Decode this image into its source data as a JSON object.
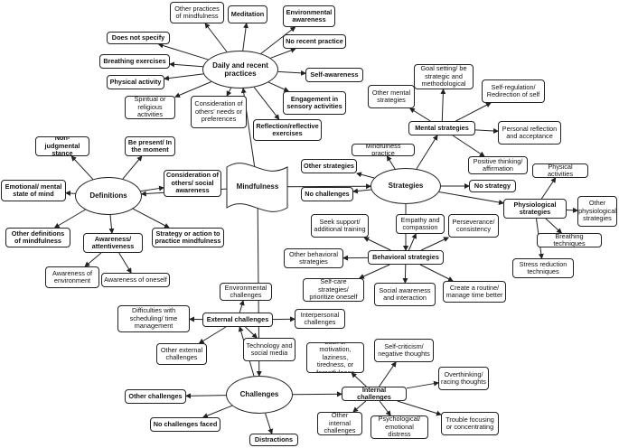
{
  "nodes": [
    {
      "id": "center",
      "text": "Mindfulness"
    },
    {
      "id": "daily",
      "text": "Daily and recent practices"
    },
    {
      "id": "other_practices",
      "text": "Other practices of mindfulness"
    },
    {
      "id": "meditation",
      "text": "Meditation"
    },
    {
      "id": "env_awareness",
      "text": "Environmental awareness"
    },
    {
      "id": "not_specify",
      "text": "Does not specify"
    },
    {
      "id": "no_recent",
      "text": "No recent practice"
    },
    {
      "id": "breathing_ex",
      "text": "Breathing exercises"
    },
    {
      "id": "self_aware",
      "text": "Self-awareness"
    },
    {
      "id": "phys_activity",
      "text": "Physical activity"
    },
    {
      "id": "sensory",
      "text": "Engagement in sensory activities"
    },
    {
      "id": "spiritual",
      "text": "Spiritual or religious activities"
    },
    {
      "id": "consider_needs",
      "text": "Consideration of others' needs or preferences"
    },
    {
      "id": "reflection",
      "text": "Reflection/reflective exercises"
    },
    {
      "id": "definitions",
      "text": "Definitions"
    },
    {
      "id": "non_judg",
      "text": "Non-judgmental stance"
    },
    {
      "id": "present",
      "text": "Be present/ In the moment"
    },
    {
      "id": "emotional",
      "text": "Emotional/ mental state of mind"
    },
    {
      "id": "consider_social",
      "text": "Consideration of others/ social awareness"
    },
    {
      "id": "other_defs",
      "text": "Other definitions of mindfulness"
    },
    {
      "id": "awareness",
      "text": "Awareness/ attentiveness"
    },
    {
      "id": "strategy_action",
      "text": "Strategy or action to practice mindfulness"
    },
    {
      "id": "aware_env",
      "text": "Awareness of environment"
    },
    {
      "id": "aware_self",
      "text": "Awareness of oneself"
    },
    {
      "id": "strategies",
      "text": "Strategies"
    },
    {
      "id": "goal",
      "text": "Goal setting/ be strategic and methodological"
    },
    {
      "id": "other_mental",
      "text": "Other mental strategies"
    },
    {
      "id": "self_reg",
      "text": "Self-regulation/ Redirection of self"
    },
    {
      "id": "mental",
      "text": "Mental strategies"
    },
    {
      "id": "personal_refl",
      "text": "Personal reflection and acceptance"
    },
    {
      "id": "mind_practice",
      "text": "Mindfulness practice"
    },
    {
      "id": "positive",
      "text": "Positive thinking/ affirmation"
    },
    {
      "id": "other_strat",
      "text": "Other strategies"
    },
    {
      "id": "no_challenges",
      "text": "No challenges"
    },
    {
      "id": "no_strategy",
      "text": "No strategy"
    },
    {
      "id": "phys_activities",
      "text": "Physical activities"
    },
    {
      "id": "physiological",
      "text": "Physiological strategies"
    },
    {
      "id": "other_physio",
      "text": "Other physiological strategies"
    },
    {
      "id": "breathing_tech",
      "text": "Breathing techniques"
    },
    {
      "id": "stress_red",
      "text": "Stress reduction techniques"
    },
    {
      "id": "seek_support",
      "text": "Seek support/ additional training"
    },
    {
      "id": "empathy",
      "text": "Empathy and compassion"
    },
    {
      "id": "perseverance",
      "text": "Perseverance/ consistency"
    },
    {
      "id": "other_behav",
      "text": "Other behavioral strategies"
    },
    {
      "id": "behavioral",
      "text": "Behavioral strategies"
    },
    {
      "id": "self_care",
      "text": "Self-care strategies/ prioritize oneself"
    },
    {
      "id": "social_aw",
      "text": "Social awareness and interaction"
    },
    {
      "id": "routine",
      "text": "Create a routine/ manage time better"
    },
    {
      "id": "challenges",
      "text": "Challenges"
    },
    {
      "id": "env_chall",
      "text": "Environmental challenges"
    },
    {
      "id": "difficulties",
      "text": "Difficulties with scheduling/ time management"
    },
    {
      "id": "external",
      "text": "External challenges"
    },
    {
      "id": "interpersonal",
      "text": "Interpersonal challenges"
    },
    {
      "id": "other_external",
      "text": "Other external challenges"
    },
    {
      "id": "tech",
      "text": "Technology and social media"
    },
    {
      "id": "lack_motivation",
      "text": "Lack of motivation, laziness, tiredness, or forgetfulness"
    },
    {
      "id": "self_crit",
      "text": "Self-criticism/ negative thoughts"
    },
    {
      "id": "overthinking",
      "text": "Overthinking/ racing thoughts"
    },
    {
      "id": "other_chall",
      "text": "Other challenges"
    },
    {
      "id": "internal",
      "text": "Internal challenges"
    },
    {
      "id": "no_chall_faced",
      "text": "No challenges faced"
    },
    {
      "id": "other_internal",
      "text": "Other internal challenges"
    },
    {
      "id": "psych",
      "text": "Psychological/ emotional distress"
    },
    {
      "id": "trouble_focus",
      "text": "Trouble focusing or concentrating"
    },
    {
      "id": "distractions",
      "text": "Distractions"
    }
  ]
}
